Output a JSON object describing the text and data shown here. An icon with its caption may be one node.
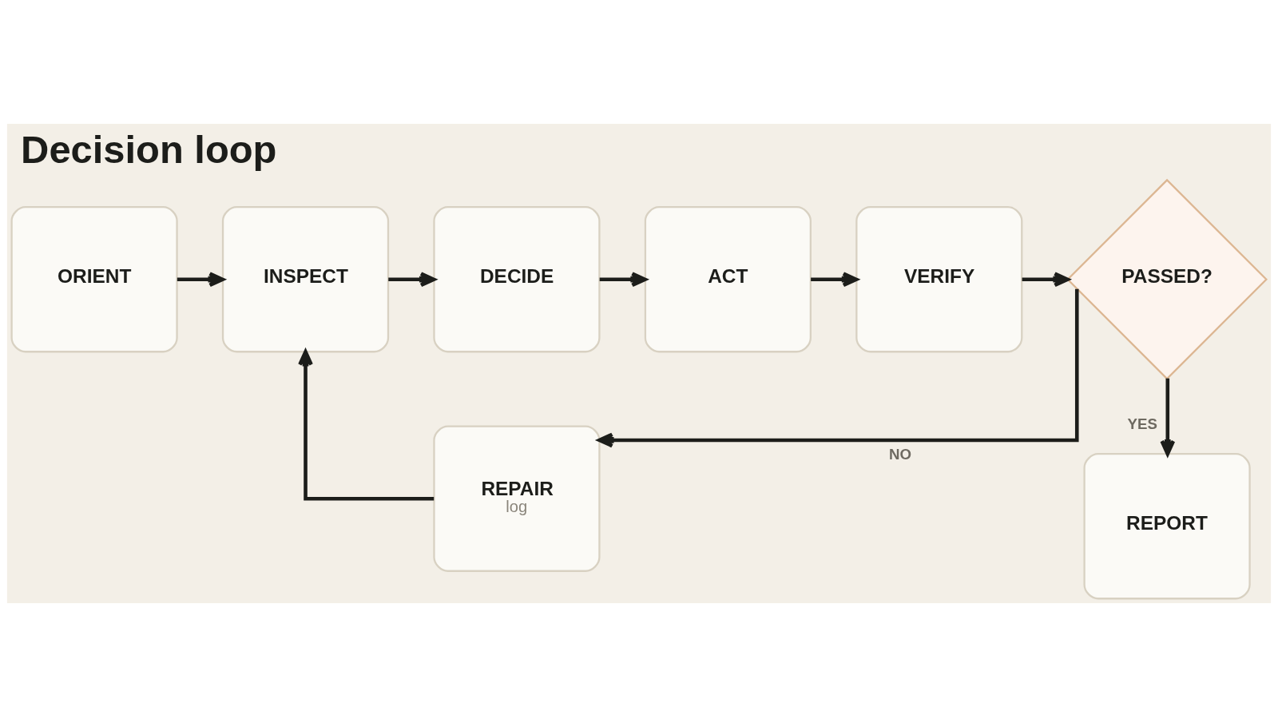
{
  "diagram": {
    "title": "Decision loop",
    "nodes": [
      {
        "text": [
          "ORIENT"
        ]
      },
      {
        "text": [
          "INSPECT"
        ]
      },
      {
        "text": [
          "DECIDE"
        ]
      },
      {
        "text": [
          "ACT"
        ]
      },
      {
        "text": [
          "VERIFY"
        ]
      },
      {
        "text": [
          "PASSED?"
        ]
      },
      {
        "text": [
          "REPAIR",
          "log"
        ]
      },
      {
        "text": [
          "REPORT"
        ]
      }
    ],
    "edges": [
      {
        "from": 0,
        "to": 1,
        "arrow": "to"
      },
      {
        "from": 1,
        "to": 2,
        "arrow": "to"
      },
      {
        "from": 2,
        "to": 3,
        "arrow": "to"
      },
      {
        "from": 3,
        "to": 4,
        "arrow": "to"
      },
      {
        "from": 4,
        "to": 5,
        "arrow": "to"
      },
      {
        "from": 5,
        "to": 7,
        "label": "YES",
        "arrow": "to"
      },
      {
        "from": 5,
        "to": 6,
        "label": "NO",
        "arrow": "to"
      },
      {
        "from": 6,
        "to": 1,
        "arrow": "to"
      }
    ]
  }
}
